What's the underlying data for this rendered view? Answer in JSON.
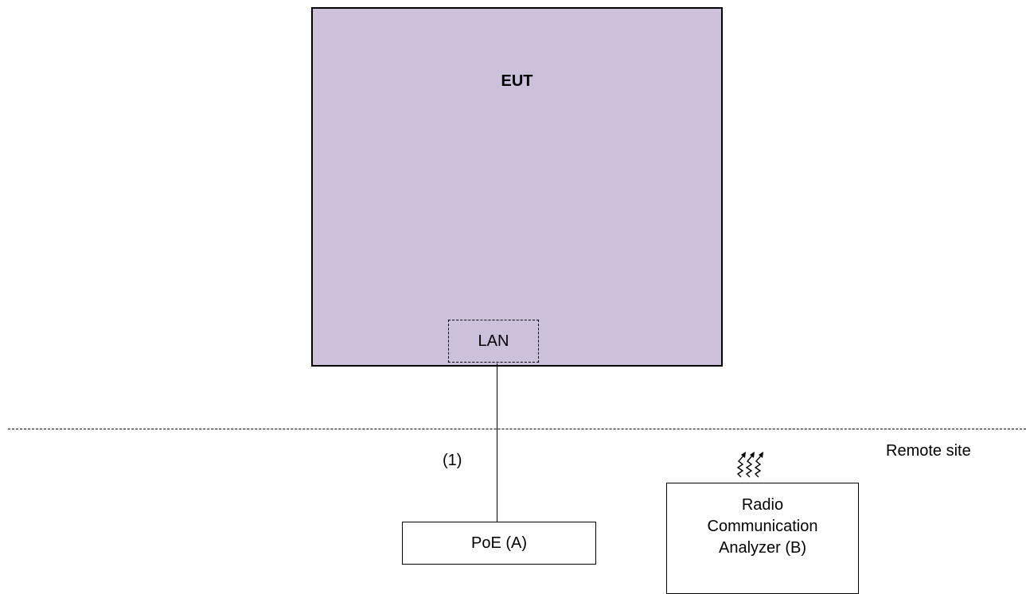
{
  "diagram": {
    "eut": {
      "label": "EUT",
      "fill_color": "#ccc0da",
      "port": {
        "label": "LAN"
      }
    },
    "site_divider": {
      "remote_label": "Remote site"
    },
    "cable": {
      "label": "(1)"
    },
    "poe": {
      "label": "PoE (A)"
    },
    "analyzer": {
      "label_lines": [
        "Radio",
        "Communication",
        "Analyzer (B)"
      ],
      "icon": "radio-wave-icon"
    }
  }
}
